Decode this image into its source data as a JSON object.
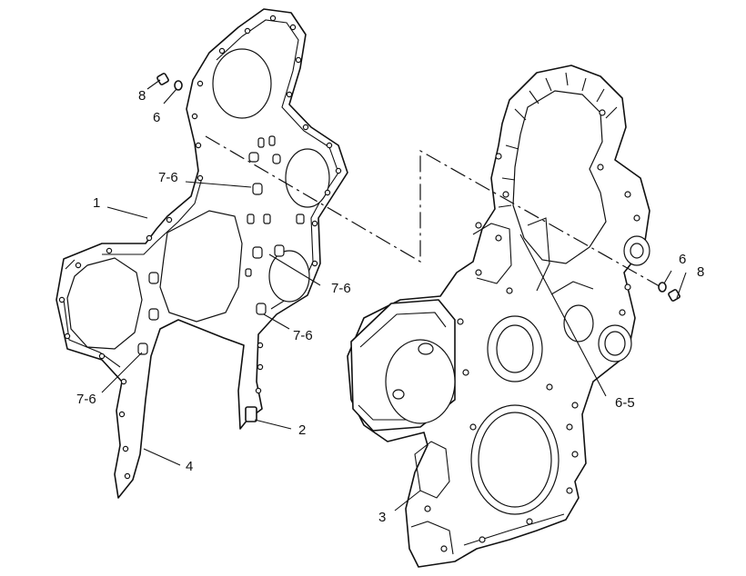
{
  "callouts": [
    {
      "id": "c1",
      "text": "1"
    },
    {
      "id": "c2",
      "text": "2"
    },
    {
      "id": "c3",
      "text": "3"
    },
    {
      "id": "c4",
      "text": "4"
    },
    {
      "id": "c6a",
      "text": "6"
    },
    {
      "id": "c6b",
      "text": "6"
    },
    {
      "id": "c8a",
      "text": "8"
    },
    {
      "id": "c8b",
      "text": "8"
    },
    {
      "id": "c76a",
      "text": "7-6"
    },
    {
      "id": "c76b",
      "text": "7-6"
    },
    {
      "id": "c76c",
      "text": "7-6"
    },
    {
      "id": "c76d",
      "text": "7-6"
    },
    {
      "id": "c65",
      "text": "6-5"
    }
  ]
}
